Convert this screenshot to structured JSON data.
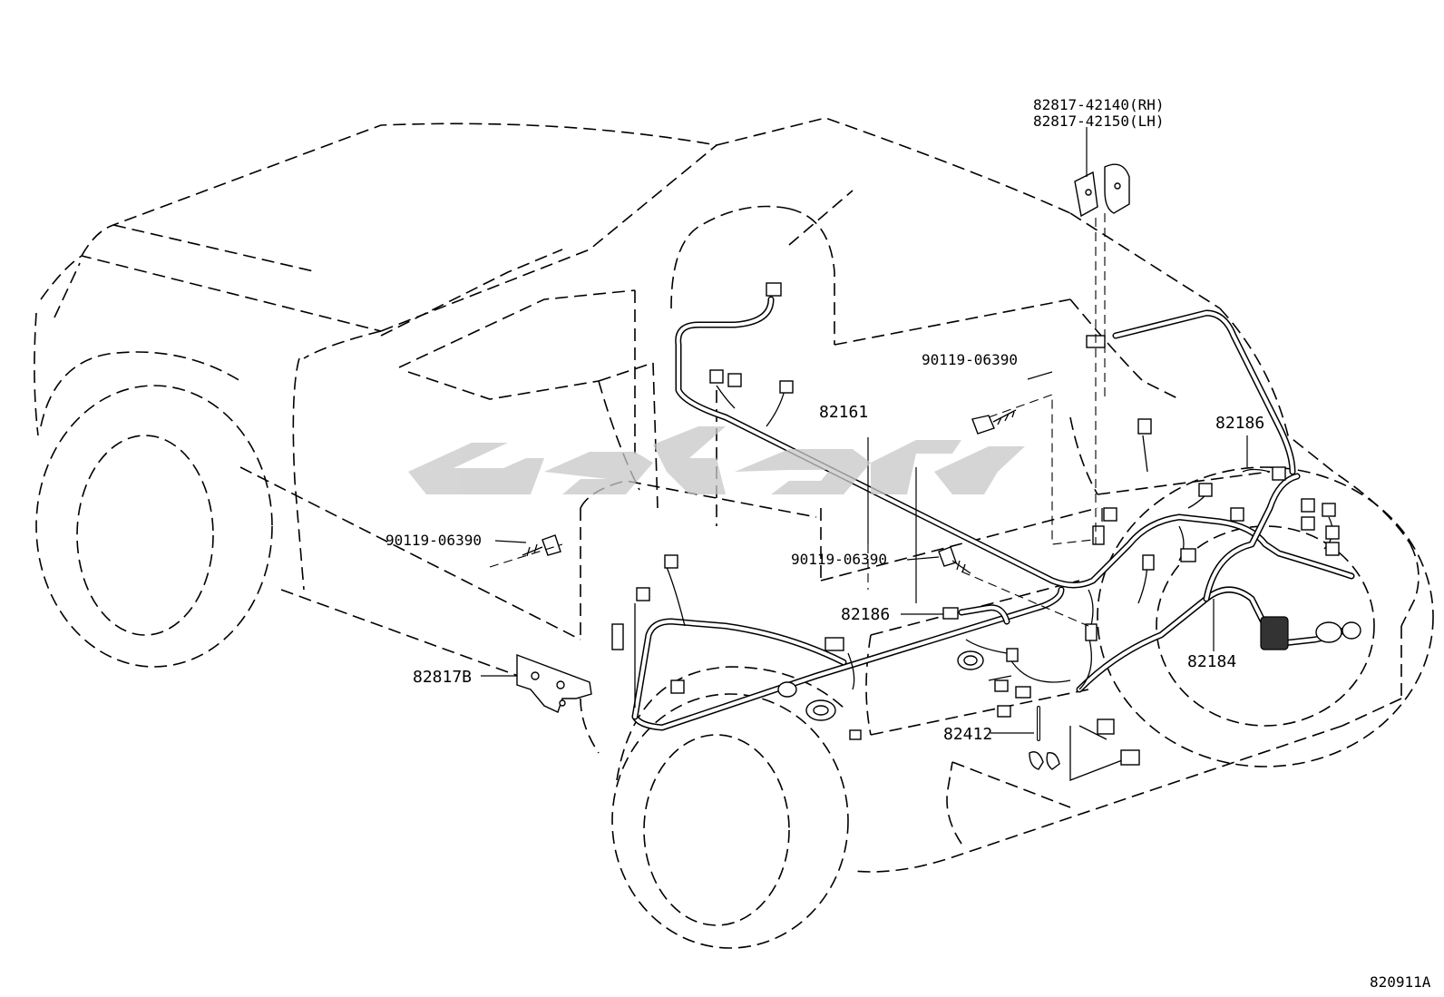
{
  "labels": {
    "part_82817_rh": "82817-42140(RH)",
    "part_82817_lh": "82817-42150(LH)",
    "part_90119_top": "90119-06390",
    "part_82161": "82161",
    "part_82186_right": "82186",
    "part_90119_left": "90119-06390",
    "part_90119_mid": "90119-06390",
    "part_82186_mid": "82186",
    "part_82184": "82184",
    "part_82817b": "82817B",
    "part_82412": "82412",
    "figure_code": "820911A"
  },
  "colors": {
    "line": "#000000",
    "background": "#ffffff",
    "watermark": "#c8c8c8"
  }
}
